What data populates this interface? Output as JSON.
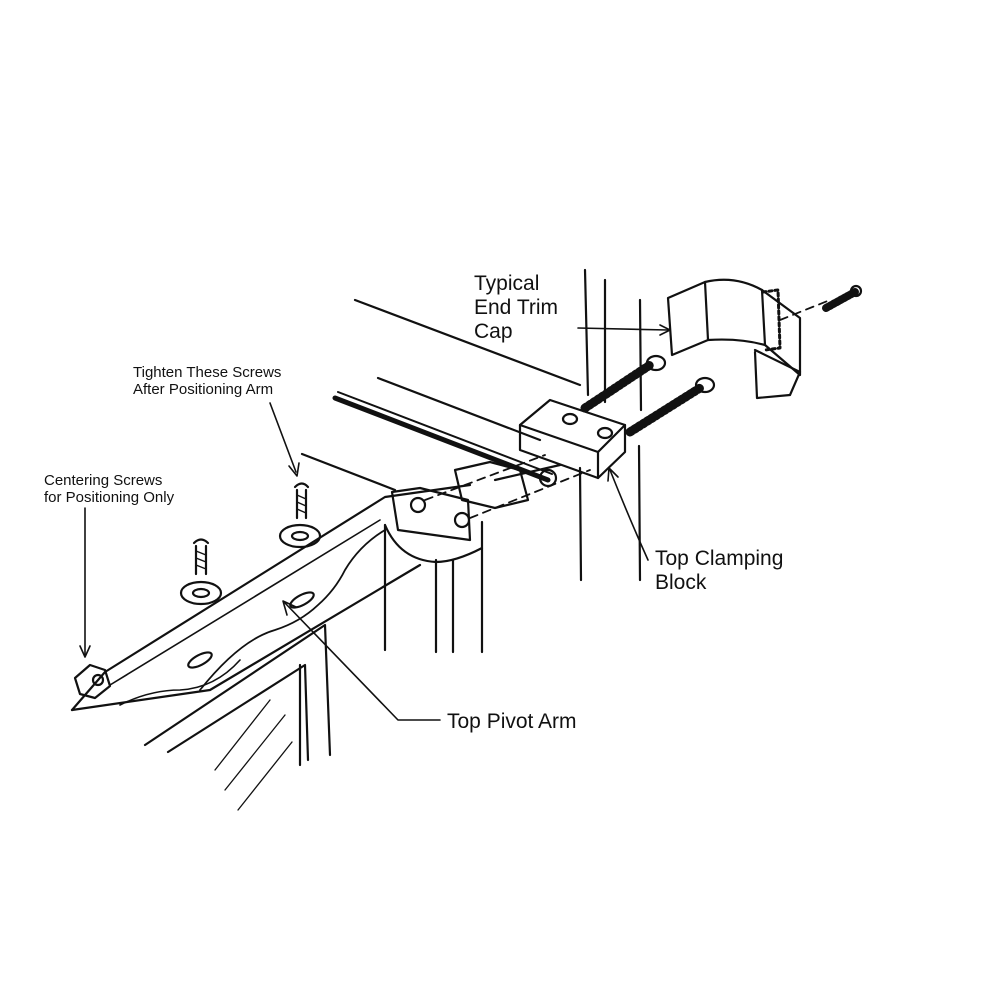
{
  "labels": {
    "end_trim_cap": [
      "Typical",
      "End Trim",
      "Cap"
    ],
    "tighten_screws": [
      "Tighten These Screws",
      "After Positioning Arm"
    ],
    "centering_screws": [
      "Centering Screws",
      "for Positioning Only"
    ],
    "clamping_block": [
      "Top Clamping",
      "Block"
    ],
    "pivot_arm": "Top Pivot Arm"
  },
  "colors": {
    "ink": "#111111",
    "paper": "#ffffff"
  }
}
